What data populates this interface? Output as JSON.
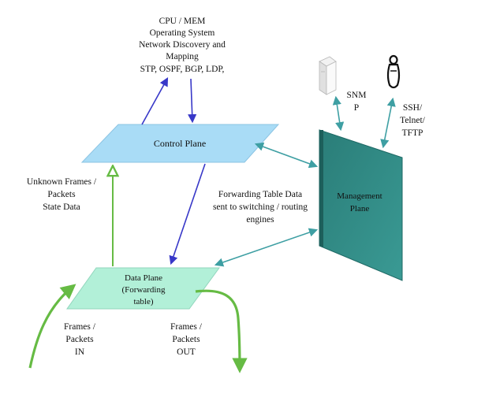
{
  "control_info": {
    "line1": "CPU / MEM",
    "line2": "Operating System",
    "line3": "Network Discovery and",
    "line4": "Mapping",
    "line5": "STP, OSPF, BGP, LDP,"
  },
  "control_plane": {
    "label": "Control Plane"
  },
  "management_plane": {
    "line1": "Management",
    "line2": "Plane"
  },
  "data_plane": {
    "line1": "Data Plane",
    "line2": "(Forwarding",
    "line3": "table)"
  },
  "unknown_frames": {
    "line1": "Unknown Frames /",
    "line2": "Packets",
    "line3": "State Data"
  },
  "forwarding_table_data": {
    "line1": "Forwarding Table Data",
    "line2": "sent to switching / routing",
    "line3": "engines"
  },
  "snmp": {
    "line1": "SNM",
    "line2": "P"
  },
  "ssh": {
    "line1": "SSH/",
    "line2": "Telnet/",
    "line3": "TFTP"
  },
  "frames_in": {
    "line1": "Frames /",
    "line2": "Packets",
    "line3": "IN"
  },
  "frames_out": {
    "line1": "Frames /",
    "line2": "Packets",
    "line3": "OUT"
  },
  "icons": {
    "server": "server-icon",
    "terminal": "terminal-figure-icon"
  },
  "colors": {
    "control_plane_fill": "#a9dcf6",
    "data_plane_fill": "#b2f0d8",
    "management_fill": "#2e8a84",
    "green_arrow": "#66bb44",
    "blue_arrow": "#3838c8",
    "teal_arrow": "#3e9fa3"
  }
}
